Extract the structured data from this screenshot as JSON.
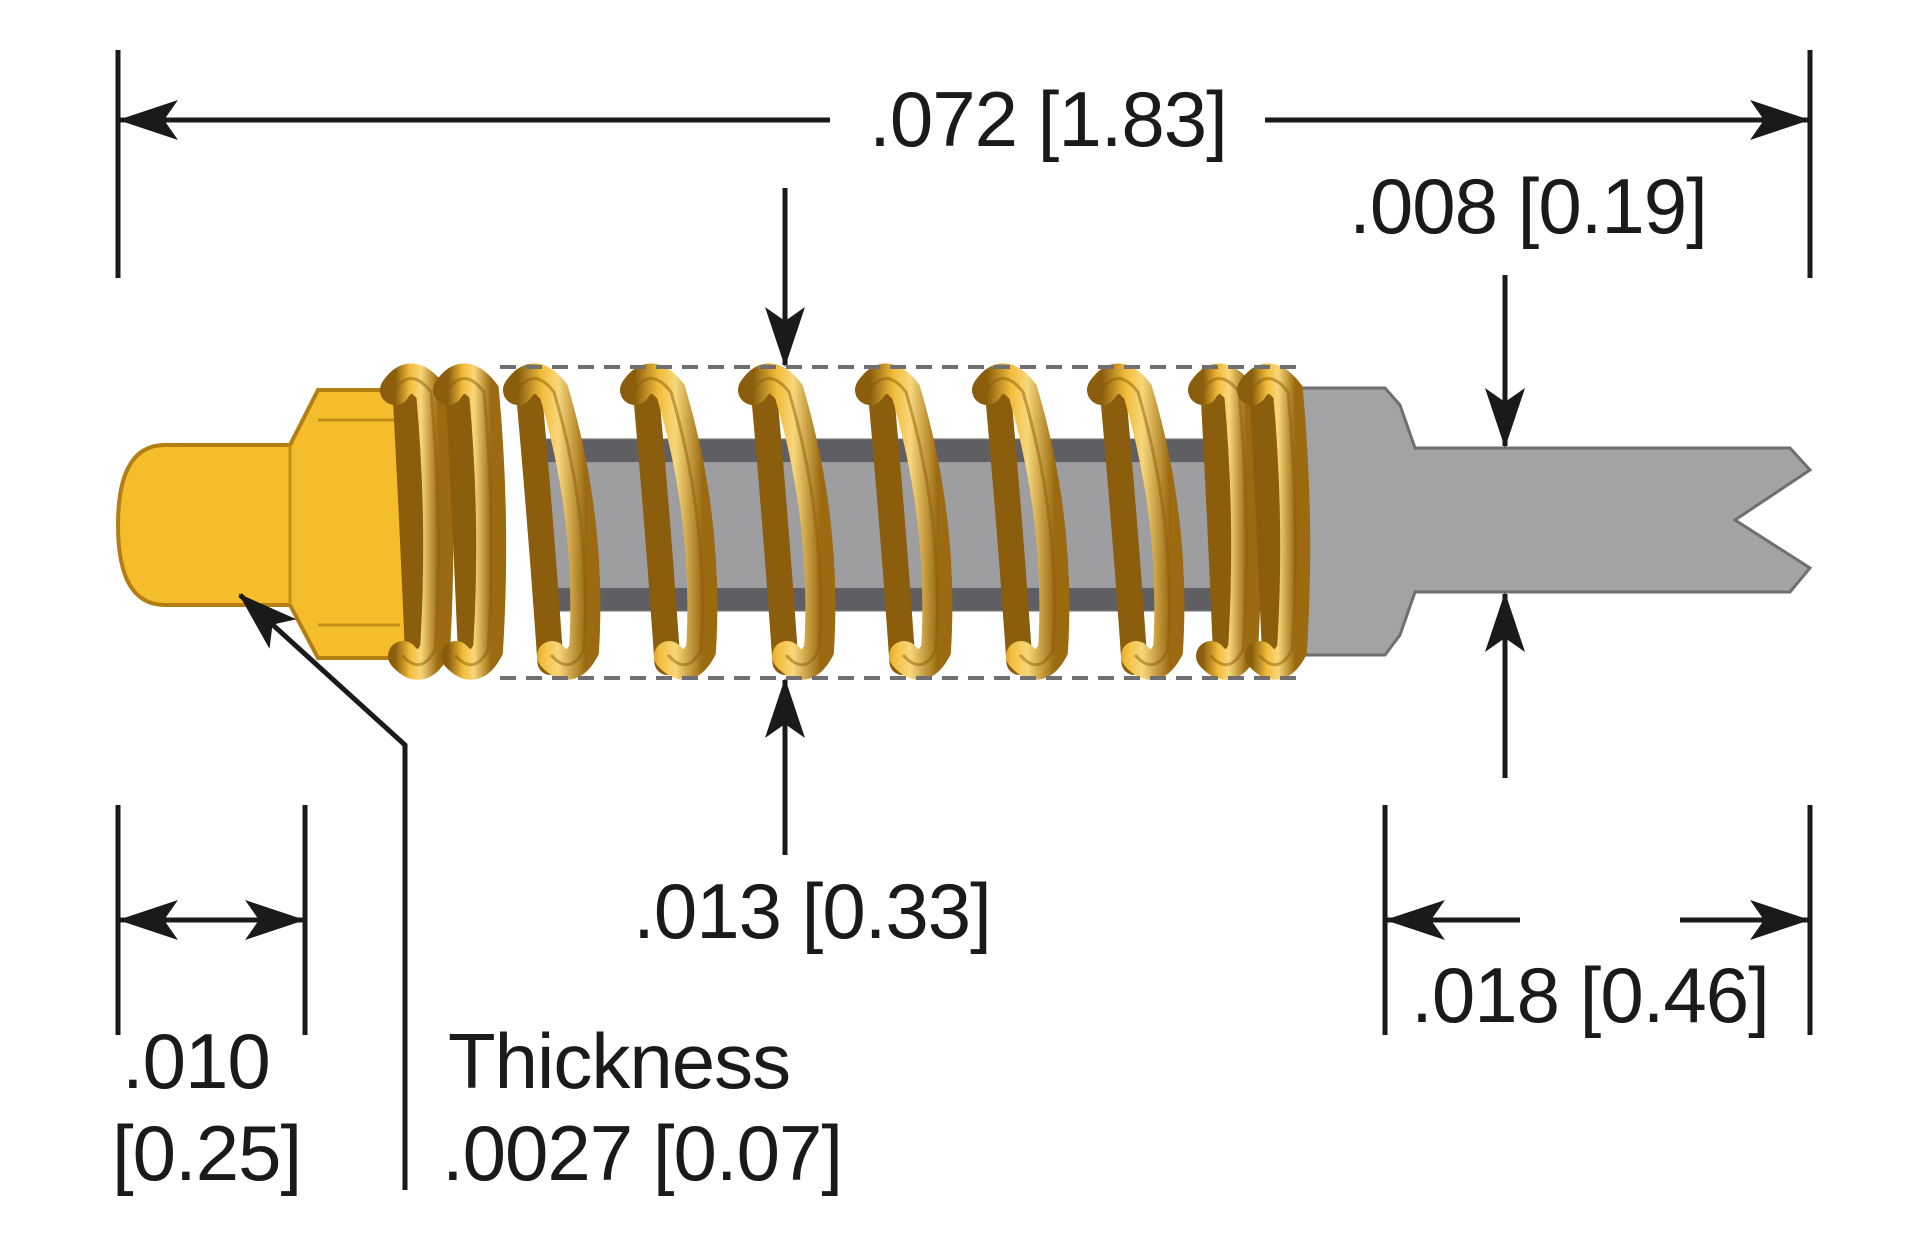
{
  "diagram": {
    "colors": {
      "gold": "#F5BC2C",
      "gold_dark": "#B57E12",
      "barrel_gray": "#9E9EA1",
      "plunger_gray": "#A3A3A6",
      "line": "#1a1a1a"
    },
    "dimensions": {
      "overall_length": ".072 [1.83]",
      "tail_width": ".008 [0.19]",
      "spring_diameter": ".013 [0.33]",
      "tip_width_line1": ".010",
      "tip_width_line2": "[0.25]",
      "thickness_label": "Thickness",
      "thickness_value": ".0027 [0.07]",
      "tail_length": ".018 [0.46]"
    }
  }
}
